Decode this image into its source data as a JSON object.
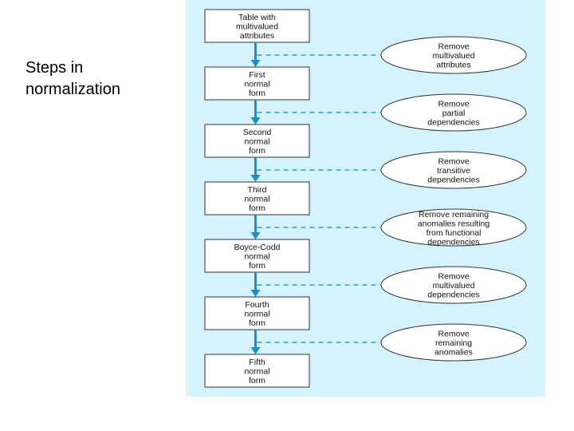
{
  "slide": {
    "title": "Steps in normalization"
  },
  "diagram": {
    "colors": {
      "background": "#d5f3fc",
      "arrow": "#1a8fd0",
      "box_border": "#333333"
    },
    "forms": [
      [
        "Table with",
        "multivalued",
        "attributes"
      ],
      [
        "First",
        "normal",
        "form"
      ],
      [
        "Second",
        "normal",
        "form"
      ],
      [
        "Third",
        "normal",
        "form"
      ],
      [
        "Boyce-Codd",
        "normal",
        "form"
      ],
      [
        "Fourth",
        "normal",
        "form"
      ],
      [
        "Fifth",
        "normal",
        "form"
      ]
    ],
    "steps": [
      [
        "Remove",
        "multivalued",
        "attributes"
      ],
      [
        "Remove",
        "partial",
        "dependencies"
      ],
      [
        "Remove",
        "transitive",
        "dependencies"
      ],
      [
        "Remove remaining",
        "anomalies resulting",
        "from functional",
        "dependencies"
      ],
      [
        "Remove",
        "multivalued",
        "dependencies"
      ],
      [
        "Remove",
        "remaining",
        "anomalies"
      ]
    ]
  }
}
